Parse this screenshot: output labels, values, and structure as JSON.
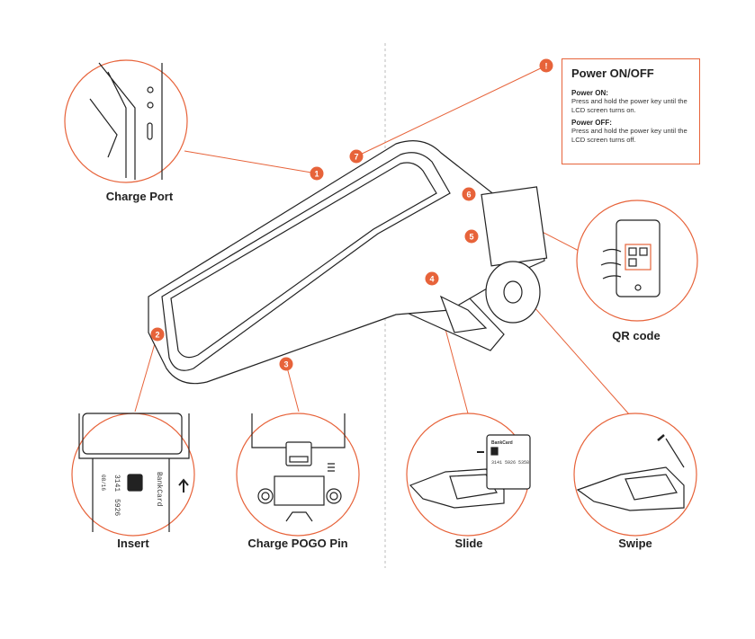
{
  "power_box": {
    "title": "Power ON/OFF",
    "on_title": "Power ON:",
    "on_text": "Press and hold the power key until the LCD screen turns on.",
    "off_title": "Power OFF:",
    "off_text": "Press and hold the power key until the LCD screen turns off."
  },
  "callouts": [
    {
      "number": "1",
      "label": "Charge Port"
    },
    {
      "number": "2",
      "label": "Insert"
    },
    {
      "number": "3",
      "label": "Charge POGO Pin"
    },
    {
      "number": "4",
      "label": "Slide"
    },
    {
      "number": "5",
      "label": "Swipe"
    },
    {
      "number": "6",
      "label": "QR code"
    },
    {
      "number": "7",
      "label": "!"
    }
  ],
  "card": {
    "brand": "BankCard",
    "number_part1": "3141",
    "number_part2": "5926",
    "expiry": "08/16",
    "slide_number": "3141 5926 5358"
  },
  "colors": {
    "accent": "#e7633a",
    "line": "#222222"
  }
}
